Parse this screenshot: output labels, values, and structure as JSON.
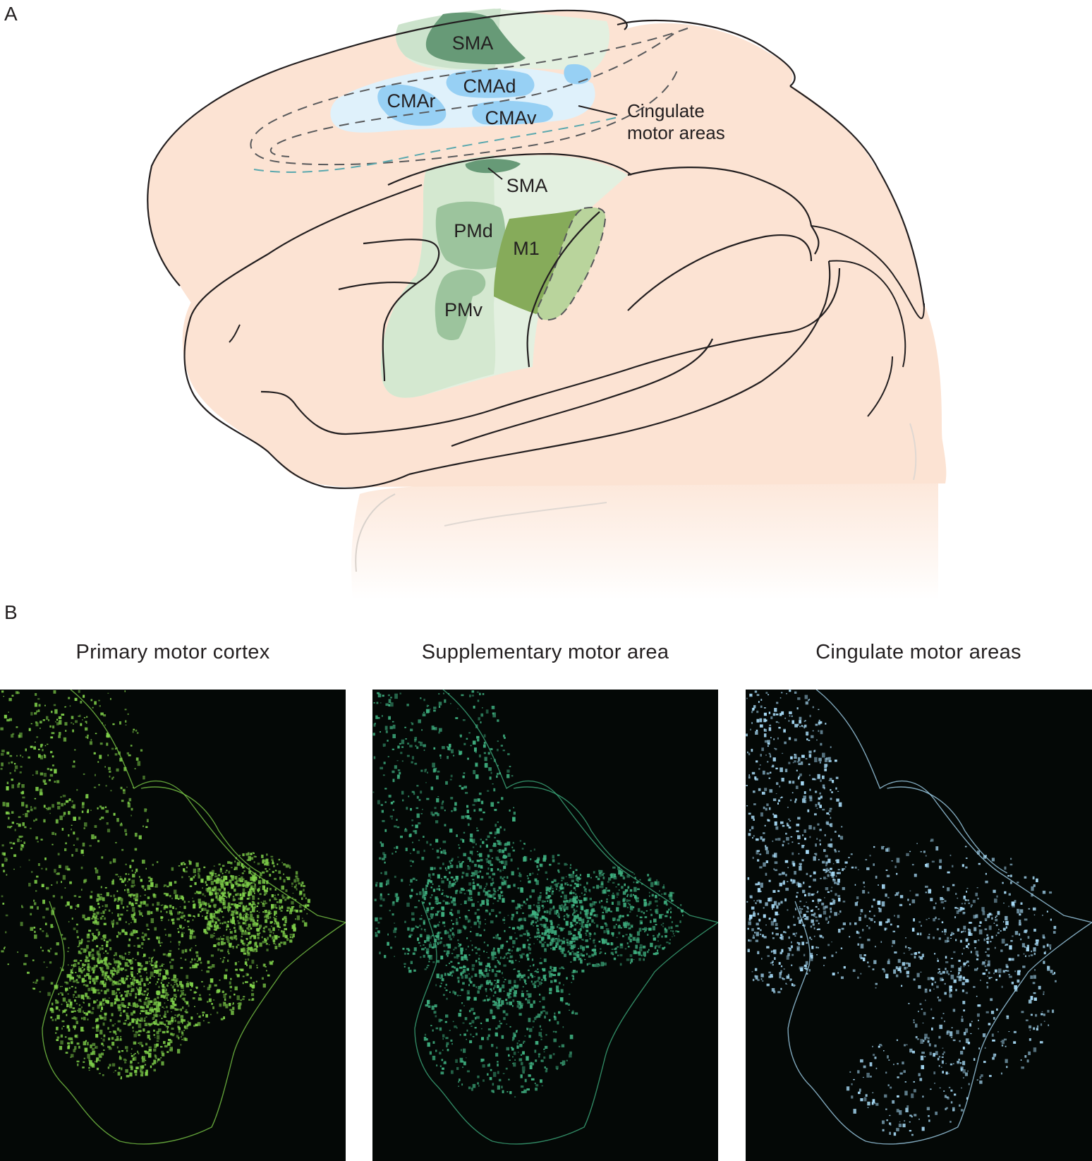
{
  "panel_a": {
    "letter": "A",
    "labels": {
      "sma_medial": "SMA",
      "cmad": "CMAd",
      "cmar": "CMAr",
      "cmav": "CMAv",
      "cingulate_line1": "Cingulate",
      "cingulate_line2": "motor areas",
      "sma_lateral": "SMA",
      "pmd": "PMd",
      "m1": "M1",
      "pmv": "PMv"
    },
    "colors": {
      "brain": "#fce3d3",
      "m1": "#86ab5a",
      "sma": "#679a77",
      "premotor": "#9cc49d",
      "cma": "#97d0f4",
      "cingulate_zone": "#dff1fb",
      "frontal_zone": "#e3f0e0"
    }
  },
  "panel_b": {
    "letter": "B",
    "panels": [
      {
        "title": "Primary motor cortex",
        "color": "#7fd04a"
      },
      {
        "title": "Supplementary motor area",
        "color": "#3fb181"
      },
      {
        "title": "Cingulate motor areas",
        "color": "#a8dcf8"
      }
    ]
  }
}
